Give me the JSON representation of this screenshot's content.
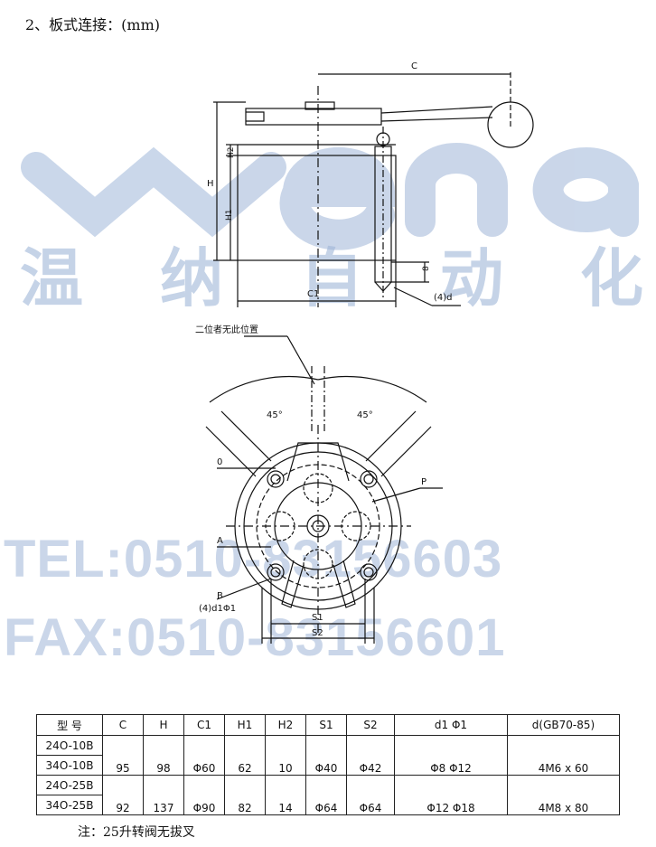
{
  "heading": "2、板式连接：(mm)",
  "watermark": {
    "logo_letters": "wena",
    "chinese": [
      "温",
      "纳",
      "自",
      "动",
      "化"
    ],
    "tel": "TEL:0510-83156603",
    "fax": "FAX:0510-83156601"
  },
  "drawing_labels": {
    "C": "C",
    "H": "H",
    "H1": "H1",
    "H2": "H2",
    "C1": "C1",
    "eight": "8",
    "four_d": "(4)d",
    "position_note": "二位者无此位置",
    "angle_left": "45°",
    "angle_right": "45°",
    "port_0": "0",
    "port_P": "P",
    "port_A": "A",
    "port_B": "B",
    "four_d1": "(4)d1Φ1",
    "S1": "S1",
    "S2": "S2"
  },
  "table": {
    "headers": [
      "型  号",
      "C",
      "H",
      "C1",
      "H1",
      "H2",
      "S1",
      "S2",
      "d1  Φ1",
      "d(GB70-85)"
    ],
    "rows": [
      {
        "model": "24O-10B",
        "C": "",
        "H": "",
        "C1": "",
        "H1": "",
        "H2": "",
        "S1": "",
        "S2": "",
        "d1": "",
        "d": ""
      },
      {
        "model": "34O-10B",
        "C": "95",
        "H": "98",
        "C1": "Φ60",
        "H1": "62",
        "H2": "10",
        "S1": "Φ40",
        "S2": "Φ42",
        "d1": "Φ8  Φ12",
        "d": "4M6  x 60"
      },
      {
        "model": "24O-25B",
        "C": "",
        "H": "",
        "C1": "",
        "H1": "",
        "H2": "",
        "S1": "",
        "S2": "",
        "d1": "",
        "d": ""
      },
      {
        "model": "34O-25B",
        "C": "92",
        "H": "137",
        "C1": "Φ90",
        "H1": "82",
        "H2": "14",
        "S1": "Φ64",
        "S2": "Φ64",
        "d1": "Φ12 Φ18",
        "d": "4M8  x 80"
      }
    ]
  },
  "note": "注：25升转阀无拔叉",
  "colors": {
    "watermark": "#9fb6d8",
    "line": "#111111"
  }
}
